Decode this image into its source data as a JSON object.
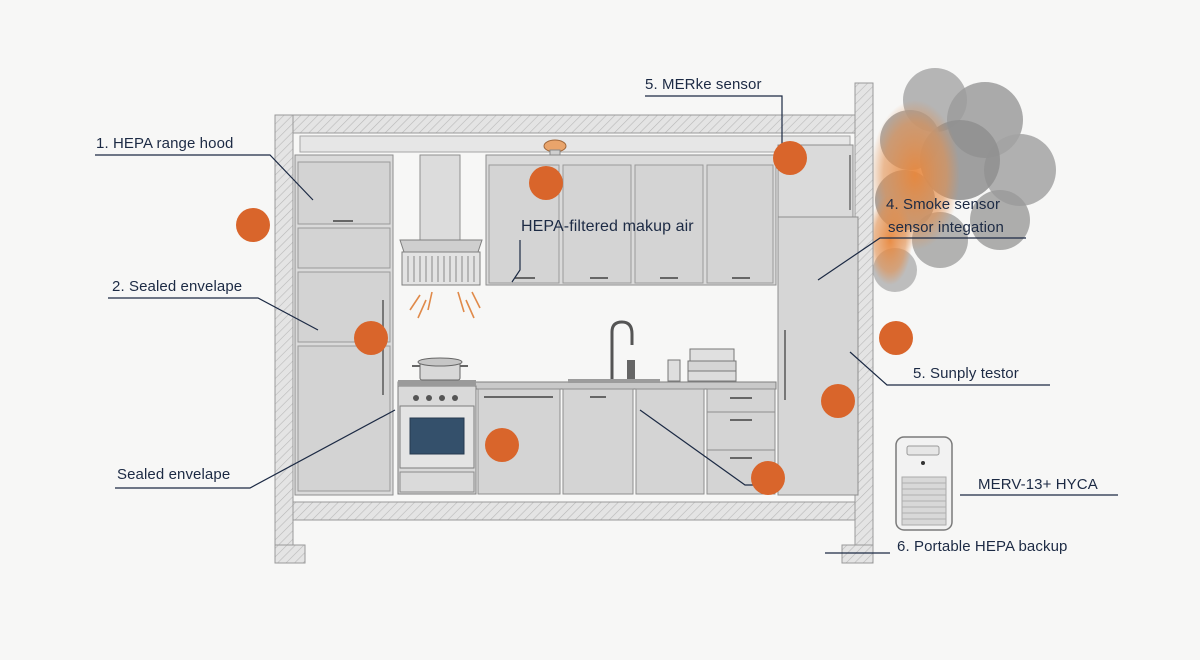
{
  "diagram": {
    "callouts": [
      {
        "id": "hepa-range-hood",
        "text": "1. HEPA range hood"
      },
      {
        "id": "sealed-envelope-2",
        "text": "2. Sealed envelape"
      },
      {
        "id": "sealed-envelope",
        "text": "Sealed envelape"
      },
      {
        "id": "merke-sensor",
        "text": "5. MERke sensor"
      },
      {
        "id": "makeup-air",
        "text": "HEPA-filtered makup air"
      },
      {
        "id": "smoke-sensor",
        "text": "4. Smoke sensor"
      },
      {
        "id": "sensor-integration",
        "text": "sensor integation"
      },
      {
        "id": "supply-tester",
        "text": "5. Sunply testor"
      },
      {
        "id": "merv-hyca",
        "text": "MERV-13+ HYCA"
      },
      {
        "id": "portable-hepa",
        "text": "6. Portable HEPA backup"
      }
    ],
    "colors": {
      "accent": "#d9652b",
      "leader": "#1c2a44",
      "wall": "#b9b9b9",
      "cabinet": "#d6d6d6",
      "smoke": "#8f8f8f",
      "smoke_fire": "#e0823a"
    }
  }
}
